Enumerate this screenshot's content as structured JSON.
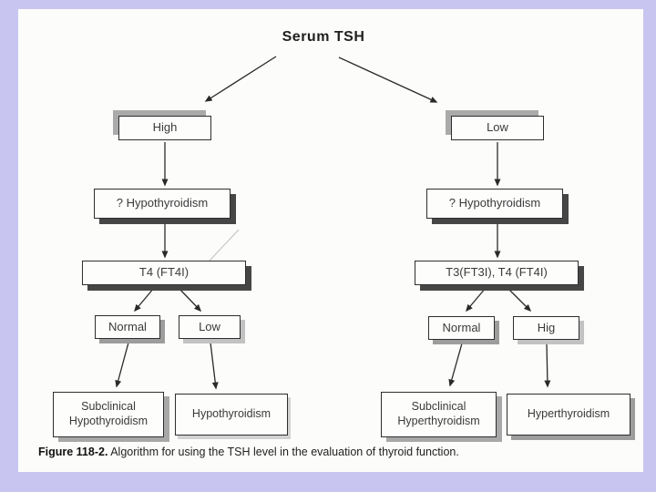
{
  "slide": {
    "title": "Serum TSH",
    "colors": {
      "frame": "#c8c6f0",
      "page": "#fcfcfa",
      "ink": "#2e2e2e"
    }
  },
  "nodes": {
    "high": "High",
    "low": "Low",
    "query_hypothyroidism_left": "? Hypothyroidism",
    "query_hypothyroidism_right": "? Hypothyroidism",
    "t4": "T4 (FT4I)",
    "t3_t4": "T3(FT3I), T4 (FT4I)",
    "normal_left": "Normal",
    "low_small": "Low",
    "normal_right": "Normal",
    "high_truncated": "Hig",
    "subclinical_hypothyroidism": "Subclinical Hypothyroidism",
    "hypothyroidism": "Hypothyroidism",
    "subclinical_hyperthyroidism": "Subclinical Hyperthyroidism",
    "hyperthyroidism": "Hyperthyroidism"
  },
  "caption": {
    "label": "Figure 118-2.",
    "text": " Algorithm for using the TSH level in the evaluation of thyroid function."
  }
}
